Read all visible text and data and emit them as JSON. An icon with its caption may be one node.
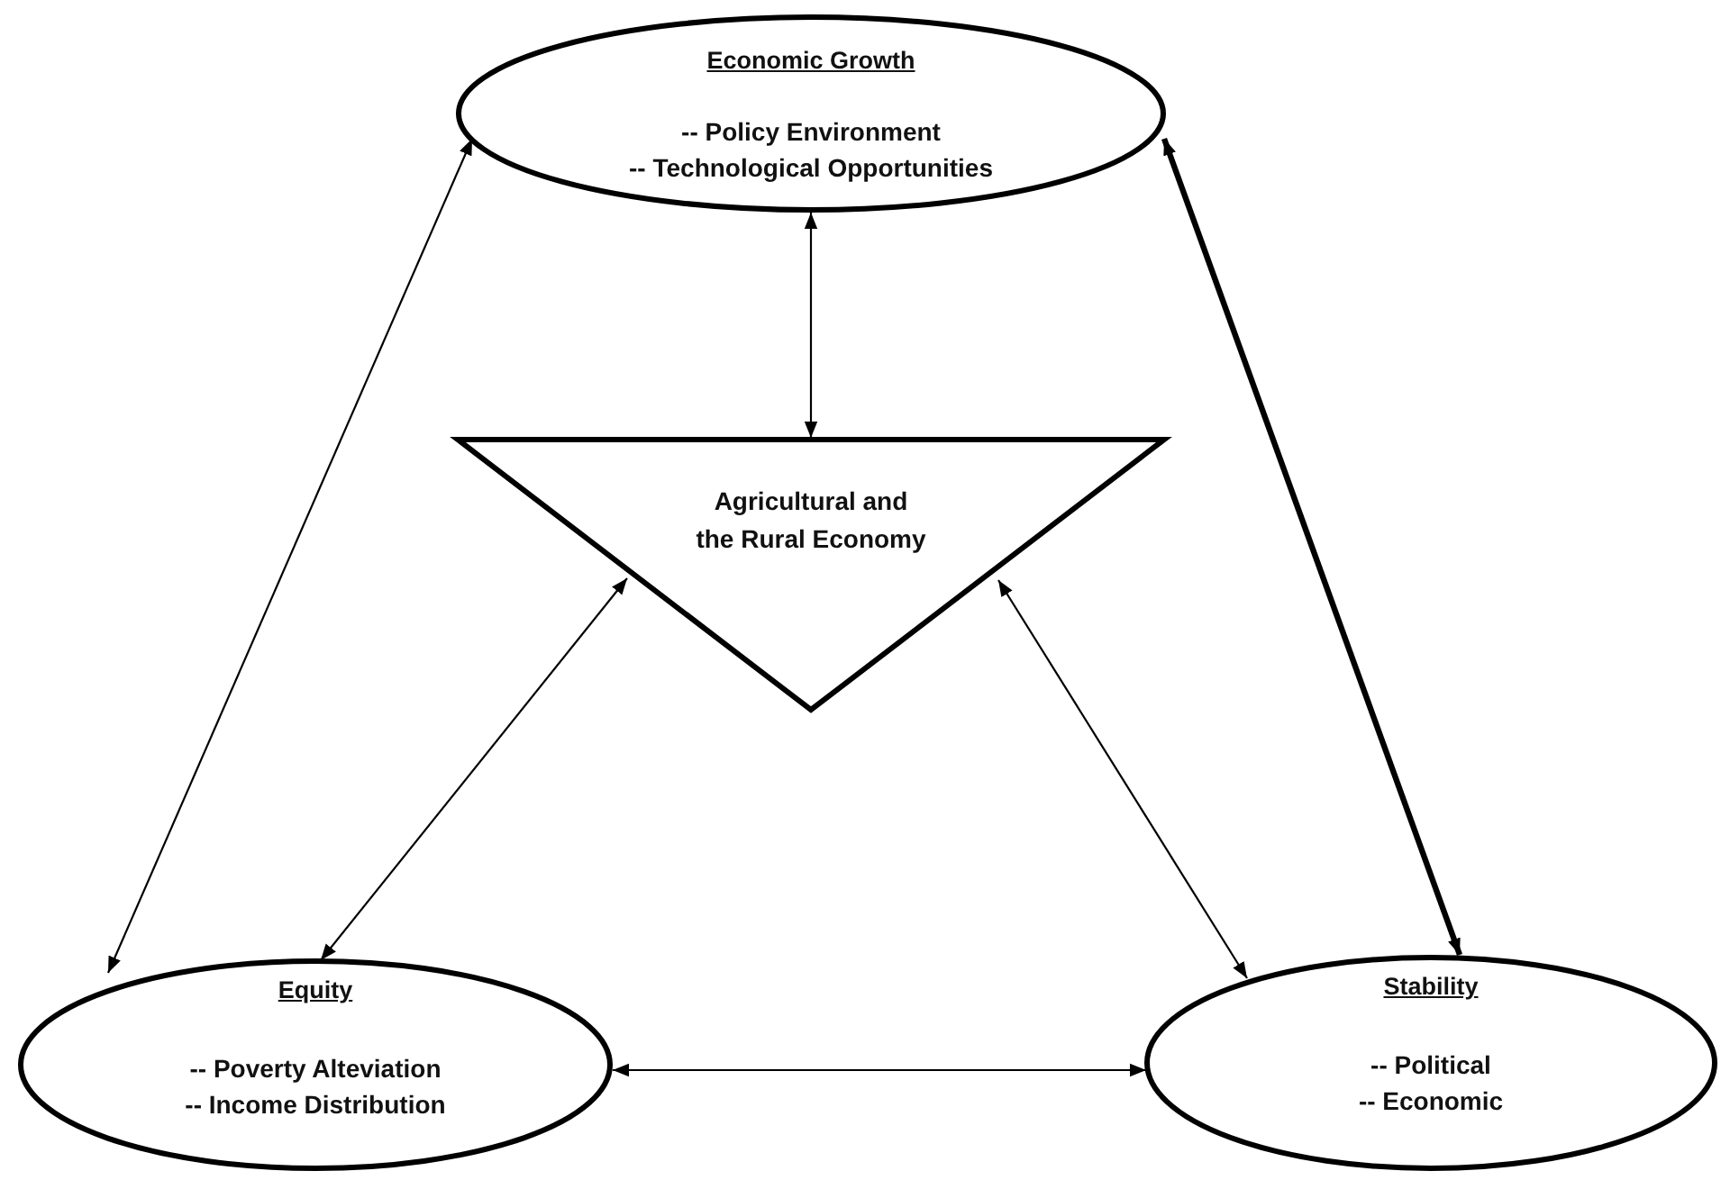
{
  "diagram": {
    "nodes": [
      {
        "text": [
          "Economic Growth",
          "-- Policy Environment",
          "-- Technological Opportunities"
        ]
      },
      {
        "text": [
          "Agricultural and the Rural Economy"
        ]
      },
      {
        "text": [
          "Equity",
          "-- Poverty Alteviation",
          "-- Income Distribution"
        ]
      },
      {
        "text": [
          "Stability",
          "-- Political",
          "-- Economic"
        ]
      }
    ],
    "edges": [
      {
        "from": 0,
        "to": 1,
        "arrow": "both"
      },
      {
        "from": 0,
        "to": 2,
        "arrow": "both"
      },
      {
        "from": 0,
        "to": 3,
        "arrow": "both",
        "style": "thick"
      },
      {
        "from": 1,
        "to": 2,
        "arrow": "both"
      },
      {
        "from": 1,
        "to": 3,
        "arrow": "both"
      },
      {
        "from": 2,
        "to": 3,
        "arrow": "both"
      }
    ]
  }
}
